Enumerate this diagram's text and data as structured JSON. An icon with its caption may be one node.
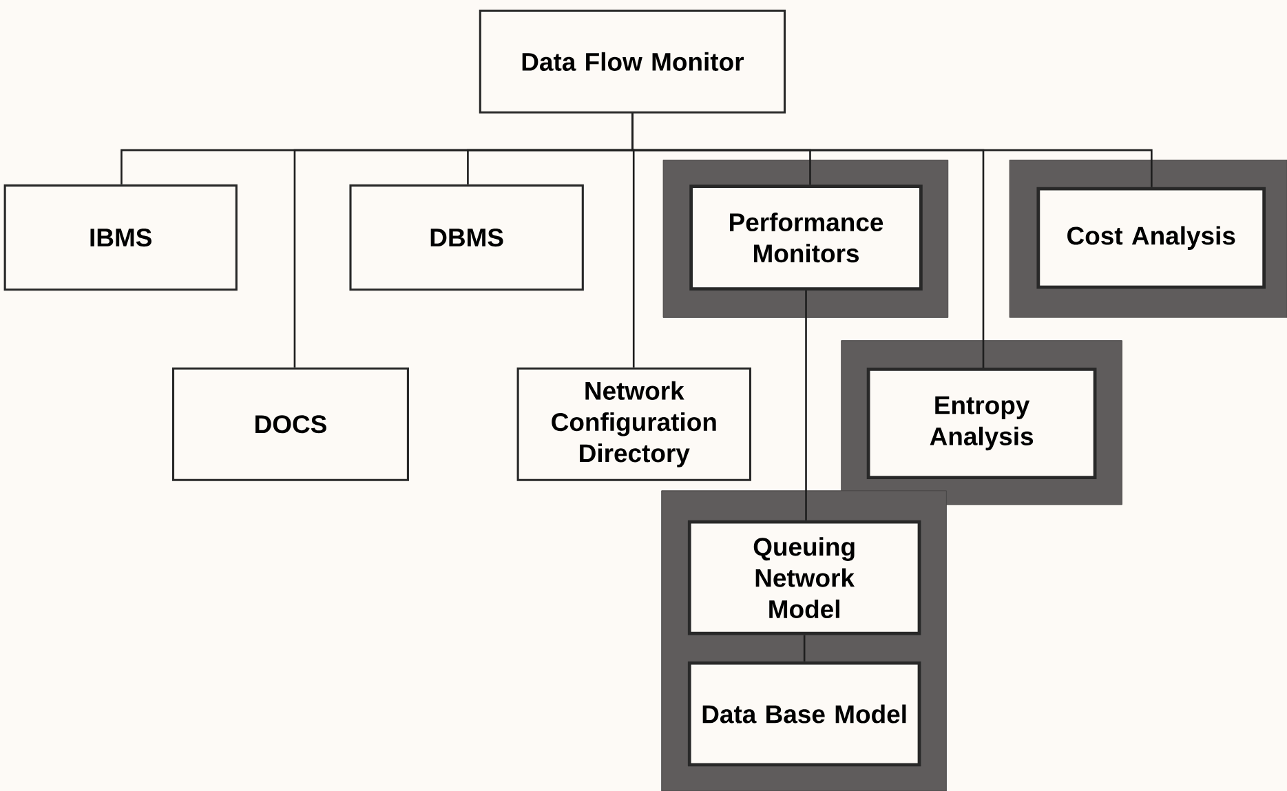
{
  "diagram": {
    "nodes": [
      {
        "text": [
          "Data Flow Monitor"
        ]
      },
      {
        "text": [
          "IBMS"
        ]
      },
      {
        "text": [
          "DBMS"
        ]
      },
      {
        "text": [
          "DOCS"
        ]
      },
      {
        "text": [
          "Network Configuration Directory"
        ]
      },
      {
        "text": [],
        "shape": "box"
      },
      {
        "text": [
          "Performance Monitors"
        ],
        "in": 5
      },
      {
        "text": [],
        "shape": "box"
      },
      {
        "text": [
          "Cost Analysis"
        ],
        "in": 7
      },
      {
        "text": [],
        "shape": "box"
      },
      {
        "text": [
          "Entropy Analysis"
        ],
        "in": 9
      },
      {
        "text": [],
        "shape": "box"
      },
      {
        "text": [
          "Queuing Network Model"
        ],
        "in": 11
      },
      {
        "text": [
          "Data Base Model"
        ],
        "in": 11
      }
    ],
    "edges": [
      {
        "from": 0,
        "to": 1,
        "arrow": "none"
      },
      {
        "from": 0,
        "to": 3,
        "arrow": "none"
      },
      {
        "from": 0,
        "to": 2,
        "arrow": "none"
      },
      {
        "from": 0,
        "to": 4,
        "arrow": "none"
      },
      {
        "from": 0,
        "to": 6,
        "arrow": "none"
      },
      {
        "from": 0,
        "to": 10,
        "arrow": "none"
      },
      {
        "from": 0,
        "to": 8,
        "arrow": "none"
      },
      {
        "from": 6,
        "to": 12,
        "arrow": "none"
      },
      {
        "from": 12,
        "to": 13,
        "arrow": "none"
      }
    ]
  }
}
